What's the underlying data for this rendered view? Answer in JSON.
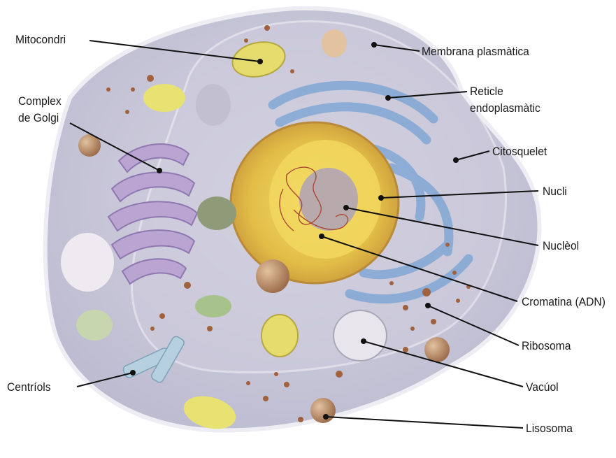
{
  "labels": {
    "mitocondri": "Mitocondri",
    "complex_golgi_1": "Complex",
    "complex_golgi_2": "de Golgi",
    "centriols": "Centríols",
    "membrana": "Membrana plasmàtica",
    "reticle_1": "Reticle",
    "reticle_2": "endoplasmàtic",
    "citosquelet": "Citosquelet",
    "nucli": "Nucli",
    "nucleol": "Nuclèol",
    "cromatina": "Cromatina (ADN)",
    "ribosoma": "Ribosoma",
    "vacuol": "Vacúol",
    "lisosoma": "Lisosoma"
  },
  "colors": {
    "cytoplasm": "#c9c7d8",
    "membrane_edge": "#e9e8f0",
    "nucleus": "#e4b84a",
    "nucleus_inner": "#f1d860",
    "nucleolus": "#b7a9ac",
    "golgi": "#b8a4cf",
    "reticulum": "#8fb0d8",
    "mitochondrion": "#e6dc6e",
    "ribosome": "#a0623e",
    "leader_line": "#111111"
  },
  "icons": [
    "cell-illustration"
  ]
}
